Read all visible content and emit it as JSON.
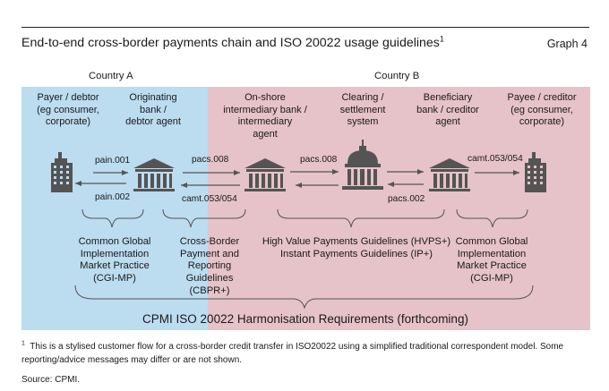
{
  "header": {
    "title": "End-to-end cross-border payments chain and ISO 20022 usage guidelines",
    "title_footnote_marker": "1",
    "graph_number": "Graph 4"
  },
  "countries": {
    "a": "Country A",
    "b": "Country B"
  },
  "actors": [
    {
      "lines": [
        "Payer / debtor",
        "(eg consumer,",
        "corporate)"
      ],
      "icon": "office-building-icon"
    },
    {
      "lines": [
        "Originating",
        "bank /",
        "debtor agent"
      ],
      "icon": "bank-icon"
    },
    {
      "lines": [
        "On-shore",
        "intermediary bank /",
        "intermediary",
        "agent"
      ],
      "icon": "bank-icon"
    },
    {
      "lines": [
        "Clearing /",
        "settlement",
        "system"
      ],
      "icon": "capitol-dome-icon"
    },
    {
      "lines": [
        "Beneficiary",
        "bank / creditor",
        "agent"
      ],
      "icon": "bank-icon"
    },
    {
      "lines": [
        "Payee / creditor",
        "(eg consumer,",
        "corporate)"
      ],
      "icon": "office-building-icon"
    }
  ],
  "messages": {
    "pain001": "pain.001",
    "pain002": "pain.002",
    "pacs008_a": "pacs.008",
    "camt053_a": "camt.053/054",
    "pacs008_b": "pacs.008",
    "pacs002": "pacs.002",
    "camt053_b": "camt.053/054"
  },
  "guidelines": {
    "cgi_left": [
      "Common Global",
      "Implementation",
      "Market Practice",
      "(CGI-MP)"
    ],
    "cbpr": [
      "Cross-Border",
      "Payment and",
      "Reporting",
      "Guidelines",
      "(CBPR+)"
    ],
    "hvps": [
      "High Value Payments Guidelines (HVPS+)",
      "Instant Payments Guidelines (IP+)"
    ],
    "cgi_right": [
      "Common Global",
      "Implementation",
      "Market Practice",
      "(CGI-MP)"
    ]
  },
  "harmonisation": "CPMI ISO 20022 Harmonisation Requirements (forthcoming)",
  "footnote": {
    "marker": "1",
    "text": "This is a stylised customer flow for a cross-border credit transfer in ISO20022 using a simplified traditional correspondent model. Some reporting/advice messages may differ or are not shown."
  },
  "source": "Source: CPMI.",
  "colors": {
    "country_a": "#bcdcf0",
    "country_b": "#e6c3c8",
    "ink": "#545454",
    "text": "#1a1a1a"
  }
}
